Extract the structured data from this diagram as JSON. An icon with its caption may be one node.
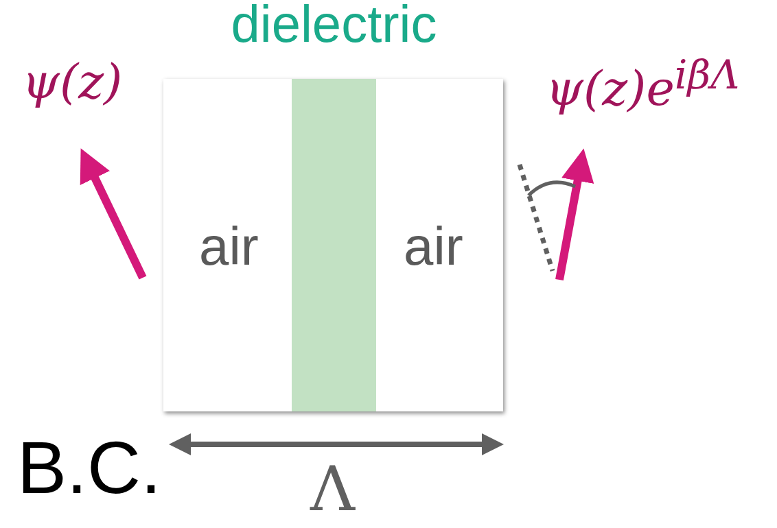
{
  "diagram": {
    "nodes": [
      {
        "text": [],
        "shape": "box"
      },
      {
        "text": [
          "air"
        ],
        "in": 0
      },
      {
        "text": [
          "dielectric"
        ],
        "in": 0
      },
      {
        "text": [
          "air"
        ],
        "in": 0
      }
    ],
    "labels": [
      "ψ(z)",
      "ψ(z)e$^{iβΛ}$",
      "B.C.",
      "Λ"
    ]
  }
}
